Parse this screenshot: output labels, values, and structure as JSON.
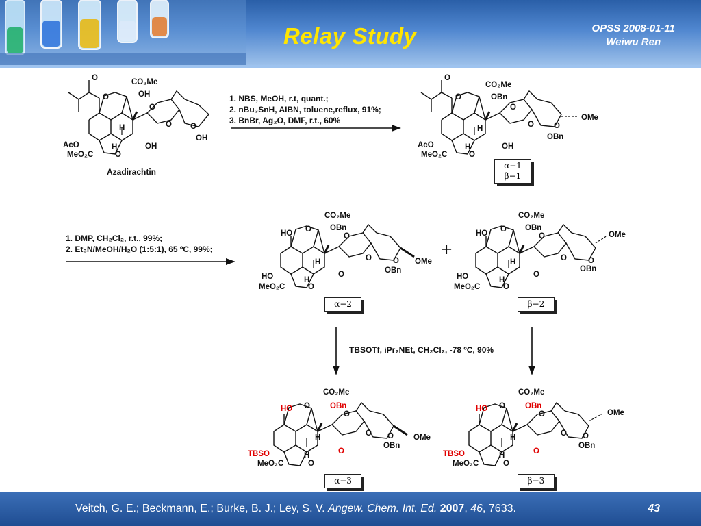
{
  "slide": {
    "title": "Relay Study",
    "meta_line1": "OPSS 2008-01-11",
    "meta_line2": "Weiwu Ren",
    "page_number": "43"
  },
  "citation": {
    "authors": "Veitch, G. E.; Beckmann, E.; Burke, B. J.; Ley, S. V. ",
    "journal": "Angew. Chem. Int. Ed.",
    "year": "2007",
    "volume": "46",
    "pages": ", 7633."
  },
  "molecules": {
    "start_name": "Azadirachtin",
    "label_1_a": "α−1",
    "label_1_b": "β−1",
    "label_2a": "α−2",
    "label_2b": "β−2",
    "label_3a": "α−3",
    "label_3b": "β−3",
    "plus": "+"
  },
  "atoms": {
    "o": "O",
    "co2me": "CO₂Me",
    "oh": "OH",
    "h": "H",
    "aco": "AcO",
    "meo2c": "MeO₂C",
    "obn": "OBn",
    "ome": "OMe",
    "ho": "HO",
    "tbso": "TBSO"
  },
  "reactions": {
    "step1_line1": "1. NBS, MeOH, r.t, quant.;",
    "step1_line2": "2. nBu₃SnH, AIBN, toluene,reflux, 91%;",
    "step1_line3": "3. BnBr, Ag₂O, DMF, r.t., 60%",
    "step2_line1": "1. DMP, CH₂Cl₂, r.t., 99%;",
    "step2_line2": "2. Et₃N/MeOH/H₂O (1:5:1), 65 ºC, 99%;",
    "step3": "TBSOTf, iPr₂NEt, CH₂Cl₂, -78 ºC, 90%"
  }
}
